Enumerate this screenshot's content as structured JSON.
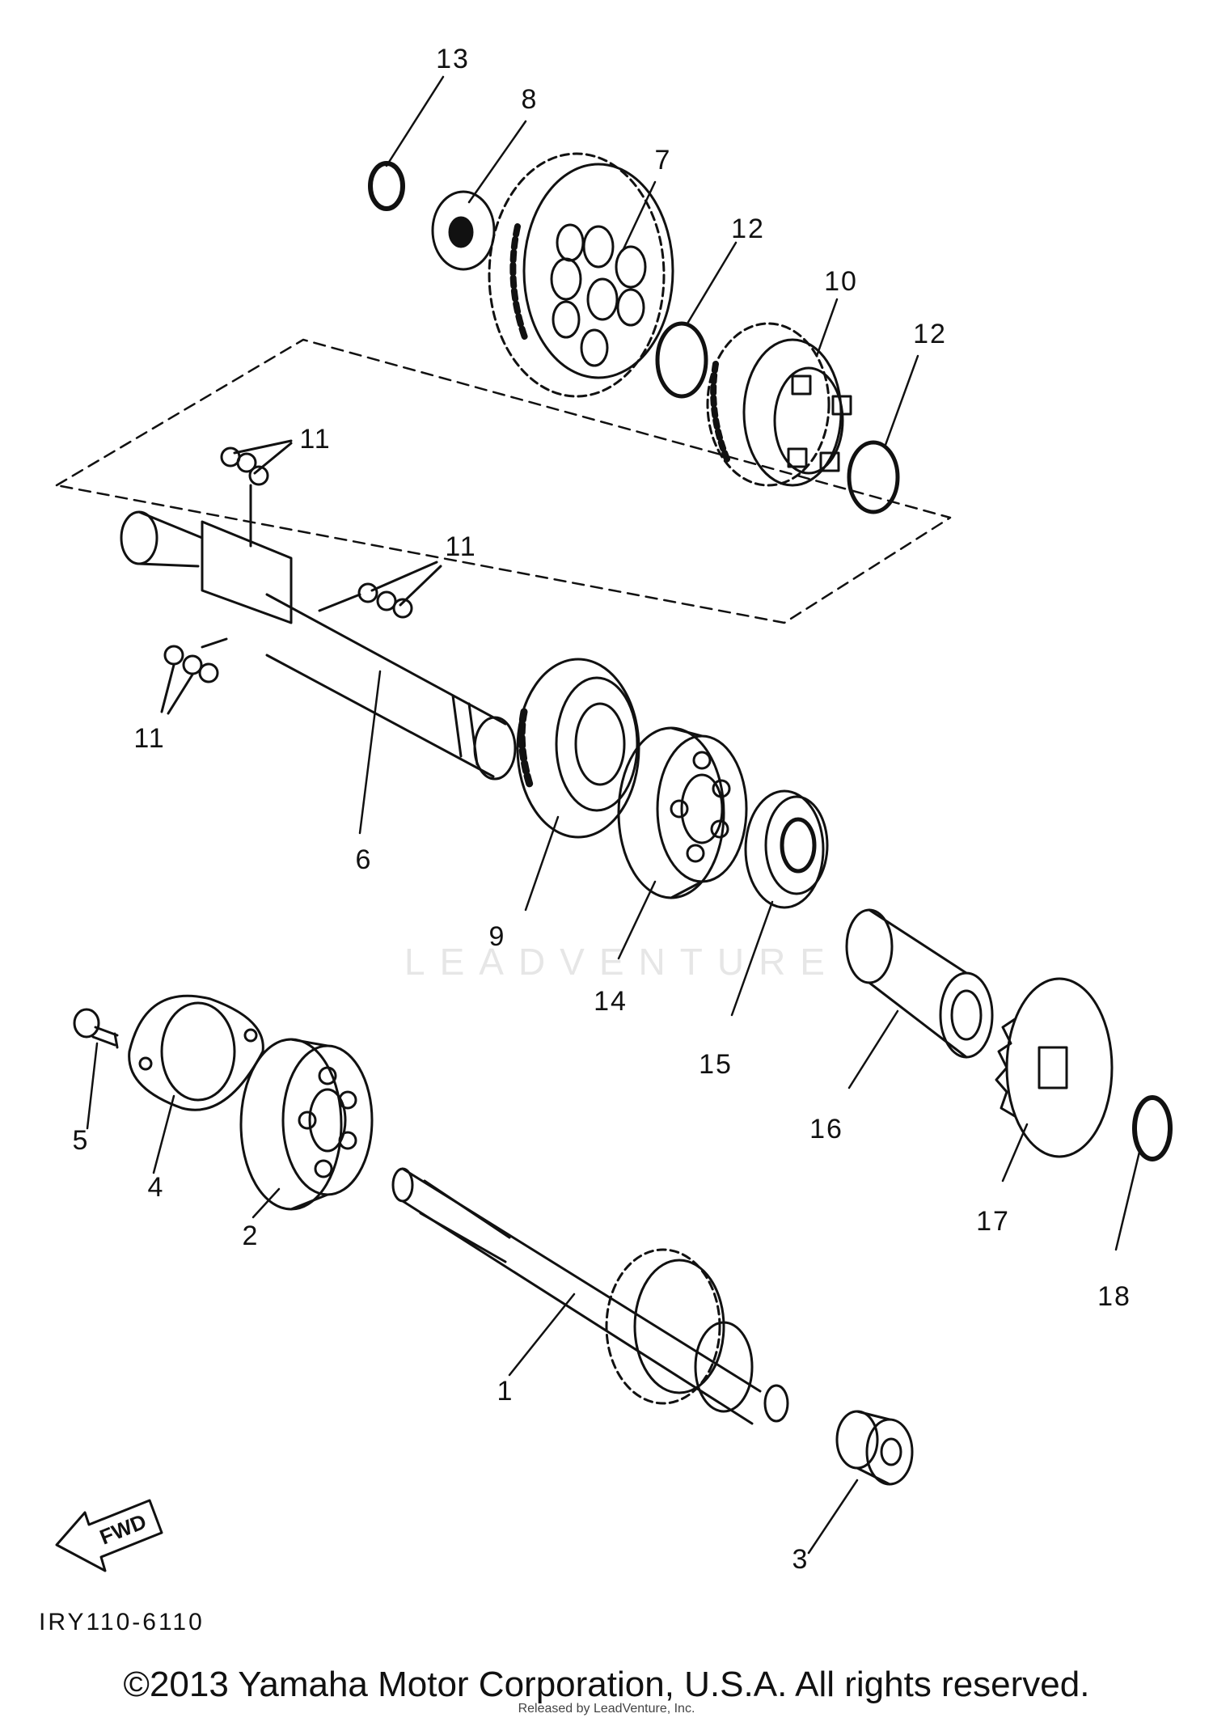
{
  "callouts": [
    {
      "label": "13"
    },
    {
      "label": "8"
    },
    {
      "label": "7"
    },
    {
      "label": "12"
    },
    {
      "label": "10"
    },
    {
      "label": "12"
    },
    {
      "label": "11"
    },
    {
      "label": "11"
    },
    {
      "label": "11"
    },
    {
      "label": "6"
    },
    {
      "label": "9"
    },
    {
      "label": "14"
    },
    {
      "label": "15"
    },
    {
      "label": "16"
    },
    {
      "label": "17"
    },
    {
      "label": "18"
    },
    {
      "label": "5"
    },
    {
      "label": "4"
    },
    {
      "label": "2"
    },
    {
      "label": "1"
    },
    {
      "label": "3"
    }
  ],
  "fwd_label": "FWD",
  "diagram_code": "IRY110-6110",
  "watermark_text": "LEADVENTURE",
  "copyright": "©2013 Yamaha Motor Corporation, U.S.A. All rights reserved.",
  "credit": "Released by LeadVenture, Inc."
}
